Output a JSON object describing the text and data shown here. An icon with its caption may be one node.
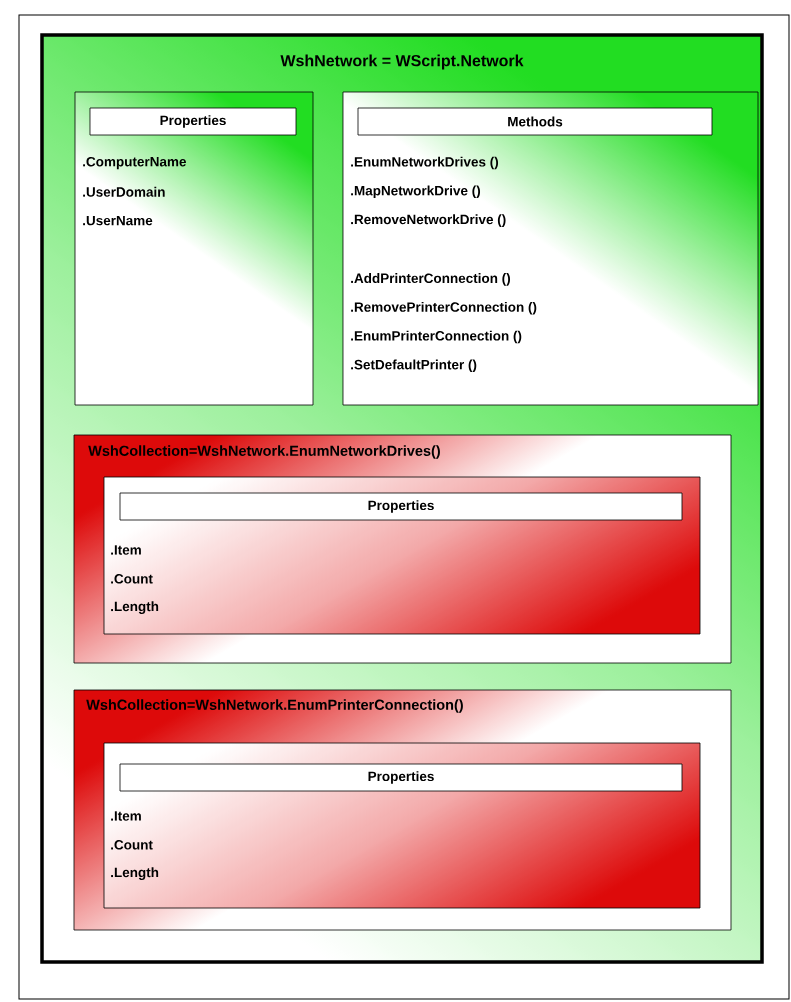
{
  "diagram": {
    "nodes": [
      {
        "text": [
          "WshNetwork = WScript.Network"
        ]
      },
      {
        "text": [
          ".ComputerName",
          ".UserDomain",
          ".UserName"
        ],
        "in": 0
      },
      {
        "text": [
          "Properties"
        ],
        "in": 1
      },
      {
        "text": [
          ".EnumNetworkDrives ()",
          ".MapNetworkDrive ()",
          ".RemoveNetworkDrive ()",
          ".AddPrinterConnection ()",
          ".RemovePrinterConnection ()",
          ".EnumPrinterConnection ()",
          ".SetDefaultPrinter ()"
        ],
        "in": 0
      },
      {
        "text": [
          "Methods"
        ],
        "in": 3
      },
      {
        "text": [
          "WshCollection=WshNetwork.EnumNetworkDrives()"
        ],
        "in": 0
      },
      {
        "text": [
          ".Item",
          ".Count",
          ".Length"
        ],
        "in": 5
      },
      {
        "text": [
          "Properties"
        ],
        "in": 6
      },
      {
        "text": [
          "WshCollection=WshNetwork.EnumPrinterConnection()"
        ],
        "in": 0
      },
      {
        "text": [
          ".Item",
          ".Count",
          ".Length"
        ],
        "in": 8
      },
      {
        "text": [
          "Properties"
        ],
        "in": 9
      }
    ]
  }
}
